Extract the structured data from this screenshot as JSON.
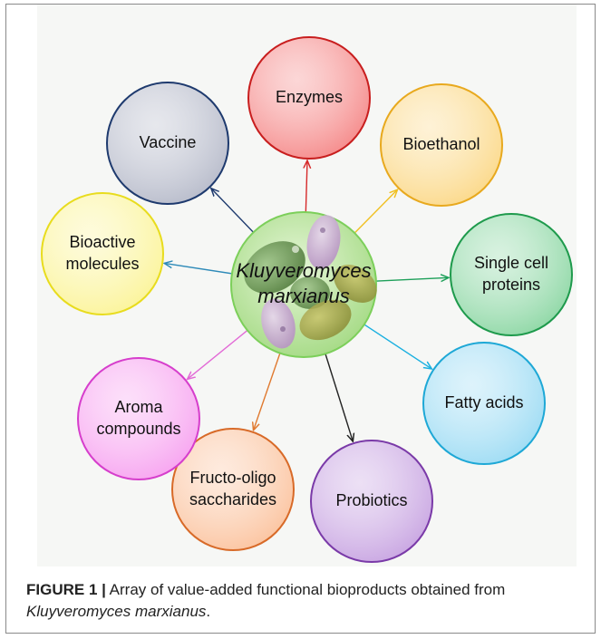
{
  "center": {
    "lines": [
      "Kluyveromyces",
      "marxianus"
    ]
  },
  "nodes": [
    {
      "id": "enzymes",
      "lines": [
        "Enzymes"
      ],
      "fill": "#f58b8b",
      "stroke": "#c81e1e",
      "arrow": "#d62a2a"
    },
    {
      "id": "bioethanol",
      "lines": [
        "Bioethanol"
      ],
      "fill": "#fbd98a",
      "stroke": "#e8a91e",
      "arrow": "#f0c020"
    },
    {
      "id": "single-cell-proteins",
      "lines": [
        "Single cell",
        "proteins"
      ],
      "fill": "#8fd8a6",
      "stroke": "#1e9a4c",
      "arrow": "#1ea05a"
    },
    {
      "id": "fatty-acids",
      "lines": [
        "Fatty acids"
      ],
      "fill": "#9edcf4",
      "stroke": "#1ea8d6",
      "arrow": "#1ab0e0"
    },
    {
      "id": "probiotics",
      "lines": [
        "Probiotics"
      ],
      "fill": "#c9a6e2",
      "stroke": "#7a3aa8",
      "arrow": "#222222"
    },
    {
      "id": "fructo-oligo-saccharides",
      "lines": [
        "Fructo-oligo",
        "saccharides"
      ],
      "fill": "#fbc4a0",
      "stroke": "#d86a28",
      "arrow": "#e07a30"
    },
    {
      "id": "aroma-compounds",
      "lines": [
        "Aroma",
        "compounds"
      ],
      "fill": "#f7a4f0",
      "stroke": "#d63ecc",
      "arrow": "#e26ad6"
    },
    {
      "id": "bioactive-molecules",
      "lines": [
        "Bioactive",
        "molecules"
      ],
      "fill": "#fbf49a",
      "stroke": "#e8dc1e",
      "arrow": "#2e8ab8"
    },
    {
      "id": "vaccine",
      "lines": [
        "Vaccine"
      ],
      "fill": "#b8bccb",
      "stroke": "#1e3a6e",
      "arrow": "#1e3a6e"
    }
  ],
  "caption": {
    "label": "FIGURE 1 |",
    "text": " Array of value-added functional bioproducts obtained from ",
    "italic": "Kluyveromyces marxianus",
    "end": "."
  }
}
